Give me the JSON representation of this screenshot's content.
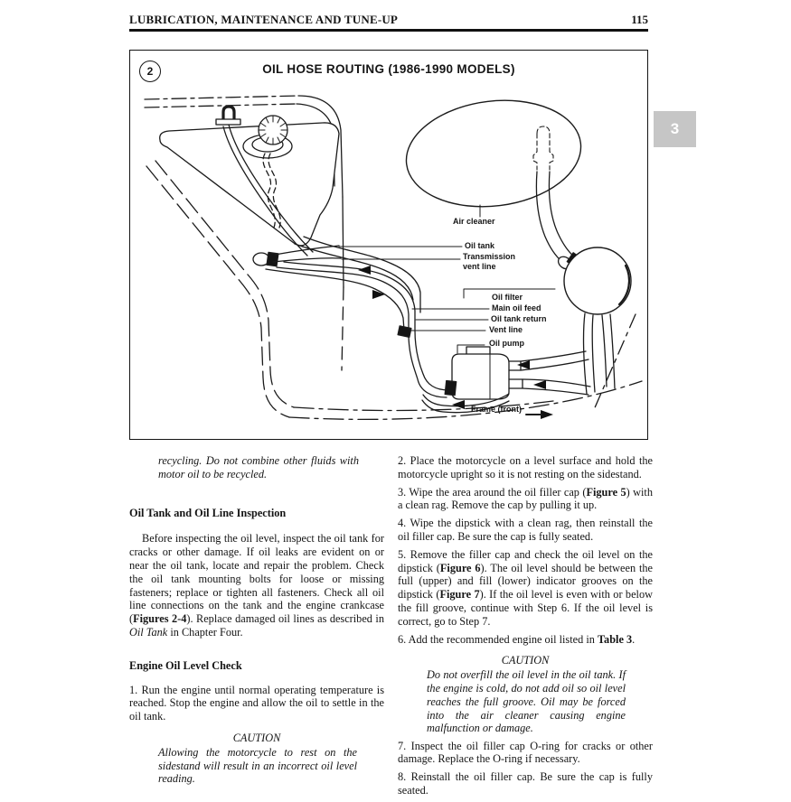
{
  "page": {
    "header_title": "LUBRICATION, MAINTENANCE AND TUNE-UP",
    "page_number": "115",
    "side_tab": "3"
  },
  "figure": {
    "number": "2",
    "title": "OIL HOSE ROUTING (1986-1990 MODELS)",
    "labels": {
      "air_cleaner": "Air cleaner",
      "oil_tank": "Oil tank",
      "transmission_line1": "Transmission",
      "transmission_line2": "vent line",
      "oil_filter": "Oil filter",
      "main_oil_feed": "Main oil feed",
      "oil_tank_return": "Oil tank return",
      "vent_line": "Vent line",
      "oil_pump": "Oil pump",
      "frame_front": "Frame (front)"
    }
  },
  "left_column": {
    "intro_italic": "recycling. Do not combine other fluids with motor oil to be recycled.",
    "heading1": "Oil Tank and Oil Line Inspection",
    "para1": {
      "p0": "Before inspecting the oil level, inspect the oil tank for cracks or other damage. If oil leaks are evident on or near the oil tank, locate and repair the problem. Check the oil tank mounting bolts for loose or missing fasteners; replace or tighten all fasteners. Check all oil line connections on the tank and the engine crankcase (",
      "p1": "Figures 2-4",
      "p2": "). Replace damaged oil lines as described in ",
      "p3": "Oil Tank",
      "p4": " in Chapter Four."
    },
    "heading2": "Engine Oil Level Check",
    "step1": "1. Run the engine until normal operating temperature is reached. Stop the engine and allow the oil to settle in the oil tank.",
    "caution_title": "CAUTION",
    "caution_body": "Allowing the motorcycle to rest on the sidestand will result in an incorrect oil level reading."
  },
  "right_column": {
    "step2": "2. Place the motorcycle on a level surface and hold the motorcycle upright so it is not resting on the sidestand.",
    "step3": {
      "p0": "3. Wipe the area around the oil filler cap (",
      "p1": "Figure 5",
      "p2": ") with a clean rag. Remove the cap by pulling it up."
    },
    "step4": "4. Wipe the dipstick with a clean rag, then reinstall the oil filler cap. Be sure the cap is fully seated.",
    "step5": {
      "p0": "5. Remove the filler cap and check the oil level on the dipstick (",
      "p1": "Figure 6",
      "p2": "). The oil level should be between the full (upper) and fill (lower) indicator grooves on the dipstick (",
      "p3": "Figure 7",
      "p4": "). If the oil level is even with or below the fill groove, continue with Step 6. If the oil level is correct, go to Step 7."
    },
    "step6": {
      "p0": "6. Add the recommended engine oil listed in ",
      "p1": "Table 3",
      "p2": "."
    },
    "caution_title": "CAUTION",
    "caution_body": "Do not overfill the oil level in the oil tank. If the engine is cold, do not add oil so oil level reaches the full groove. Oil may be forced into the air cleaner causing engine malfunction or damage.",
    "step7": "7. Inspect the oil filler cap O-ring for cracks or other damage. Replace the O-ring if necessary.",
    "step8": "8. Reinstall the oil filler cap. Be sure the cap is fully seated."
  }
}
